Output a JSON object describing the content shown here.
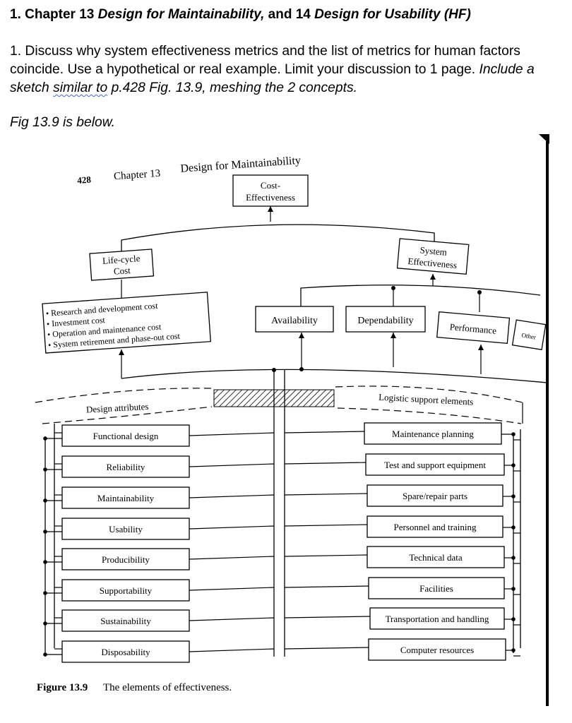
{
  "heading": {
    "num": "1. Chapter 13 ",
    "t1": "Design for Maintainability,",
    "mid": " and 14 ",
    "t2": "Design for Usability (HF)"
  },
  "question": {
    "text": "1. Discuss why system effectiveness metrics and the list of metrics for human factors coincide. Use a hypothetical or real example. Limit your discussion to 1 page. ",
    "emph_pre": "Include a sketch ",
    "emph_squig": "similar to",
    "emph_post": " p.428 Fig. 13.9, meshing the 2 concepts."
  },
  "fig_ref": "Fig 13.9 is below.",
  "figure": {
    "page_number": "428",
    "chapter": "Chapter 13",
    "chapter_title": "Design for Maintainability",
    "cost_effectiveness": [
      "Cost-",
      "Effectiveness"
    ],
    "life_cycle_cost": [
      "Life-cycle",
      "Cost"
    ],
    "system_effectiveness": [
      "System",
      "Effectiveness"
    ],
    "cost_items": [
      "• Research and development cost",
      "• Investment cost",
      "• Operation and maintenance cost",
      "• System retirement and phase-out cost"
    ],
    "effectiveness_items": [
      "Availability",
      "Dependability",
      "Performance",
      "Other"
    ],
    "design_attributes_label": "Design attributes",
    "logistic_label": "Logistic support elements",
    "design_attributes": [
      "Functional design",
      "Reliability",
      "Maintainability",
      "Usability",
      "Producibility",
      "Supportability",
      "Sustainability",
      "Disposability"
    ],
    "logistic_elements": [
      "Maintenance planning",
      "Test and support equipment",
      "Spare/repair parts",
      "Personnel and training",
      "Technical data",
      "Facilities",
      "Transportation and handling",
      "Computer resources"
    ],
    "caption_label": "Figure 13.9",
    "caption_text": "The elements of effectiveness."
  }
}
